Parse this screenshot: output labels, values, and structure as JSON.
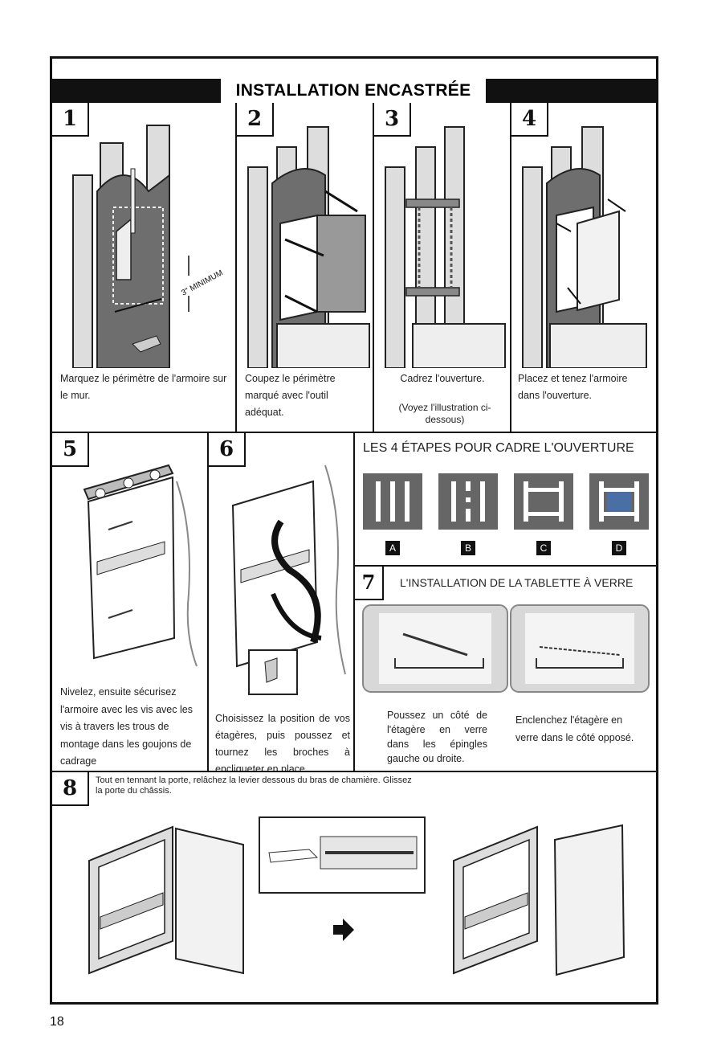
{
  "title": "INSTALLATION ENCASTRÉE",
  "steps": [
    {
      "number": "1",
      "caption": "Marquez le périmètre de l'armoire sur le mur."
    },
    {
      "number": "2",
      "caption": "Coupez le périmètre marqué avec l'outil adéquat."
    },
    {
      "number": "3",
      "caption": "Cadrez l'ouverture.",
      "note": "(Voyez l'illustration ci-dessous)"
    },
    {
      "number": "4",
      "caption": "Placez et tenez l'armoire dans l'ouverture."
    },
    {
      "number": "5",
      "caption": "Nivelez, ensuite sécurisez l'armoire avec les vis avec les vis à travers les trous de montage dans les goujons de cadrage"
    },
    {
      "number": "6",
      "caption": "Choisissez la position de vos étagères, puis poussez et tournez les broches à encliqueter en place."
    },
    {
      "number": "7"
    },
    {
      "number": "8",
      "caption": "Tout en tennant la porte, relâchez la levier dessous du bras de chamière. Glissez la porte du châssis."
    }
  ],
  "step1_dimension_label": "3\" MINIMUM",
  "framing": {
    "heading": "LES 4 ÉTAPES POUR CADRE L'OUVERTURE",
    "labels": [
      "A",
      "B",
      "C",
      "D"
    ],
    "accent_color": "#4a6fa5"
  },
  "shelf": {
    "heading": "L'INSTALLATION DE LA TABLETTE À VERRE",
    "caption_left": "Poussez un côté de l'étagère en verre dans les épingles gauche ou droite.",
    "caption_right": "Enclenchez l'étagère en verre dans le côté opposé."
  },
  "page_number": "18"
}
